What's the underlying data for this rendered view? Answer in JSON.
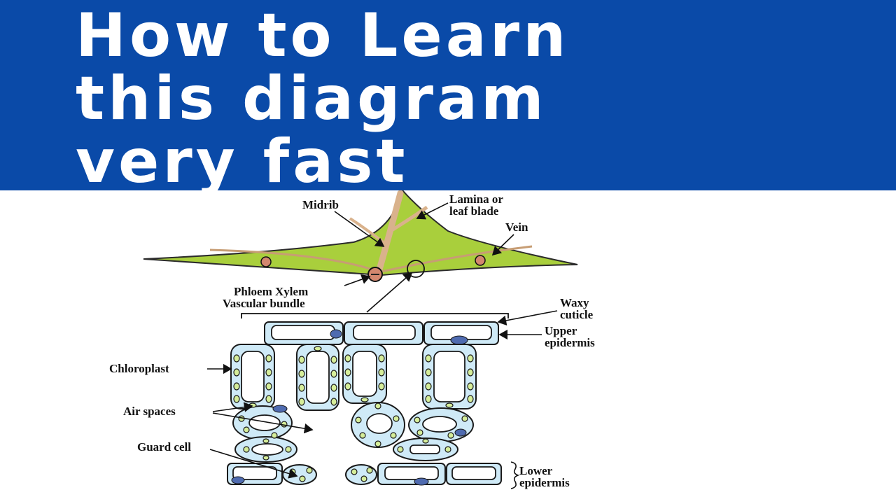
{
  "banner": {
    "background": "#0a4aa8",
    "lines": [
      "How to Learn",
      "this diagram",
      "very fast"
    ]
  },
  "diagram": {
    "labels": {
      "midrib": "Midrib",
      "lamina_1": "Lamina or",
      "lamina_2": "leaf blade",
      "vein": "Vein",
      "phloem_xylem": "Phloem  Xylem",
      "vascular_bundle": "Vascular bundle",
      "waxy_1": "Waxy",
      "waxy_2": "cuticle",
      "upper_1": "Upper",
      "upper_2": "epidermis",
      "chloroplast": "Chloroplast",
      "air_spaces": "Air spaces",
      "guard_cell": "Guard cell",
      "lower_1": "Lower",
      "lower_2": "epidermis"
    },
    "colors": {
      "leaf": "#a9cf3c",
      "midrib": "#d9b28c",
      "cell": "#cfeaf7",
      "chloroplast": "#d6ee9a",
      "nucleus": "#4f6bb0"
    }
  }
}
